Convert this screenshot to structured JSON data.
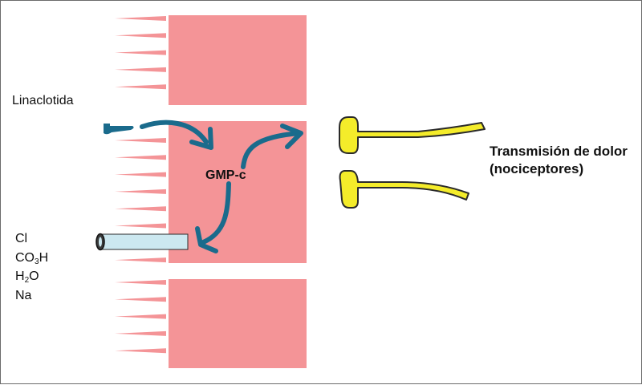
{
  "labels": {
    "drug": "Linaclotida",
    "messenger": "GMP-c",
    "pain_line1": "Transmisión de dolor",
    "pain_line2": "(nociceptores)"
  },
  "ions": [
    {
      "base": "Cl",
      "sub": "",
      "tail": ""
    },
    {
      "base": "CO",
      "sub": "3",
      "tail": "H"
    },
    {
      "base": "H",
      "sub": "2",
      "tail": "O"
    },
    {
      "base": "Na",
      "sub": "",
      "tail": ""
    }
  ],
  "colors": {
    "cell": "#f49497",
    "arrow": "#1a6b8c",
    "neuron": "#f4ec2a",
    "neuron_outline": "#2a2a2a",
    "channel": "#cce8f0",
    "text": "#111111"
  },
  "icons": [
    "drug-molecule-icon",
    "ion-channel-icon",
    "arrow-icon",
    "nociceptor-neuron-icon"
  ]
}
